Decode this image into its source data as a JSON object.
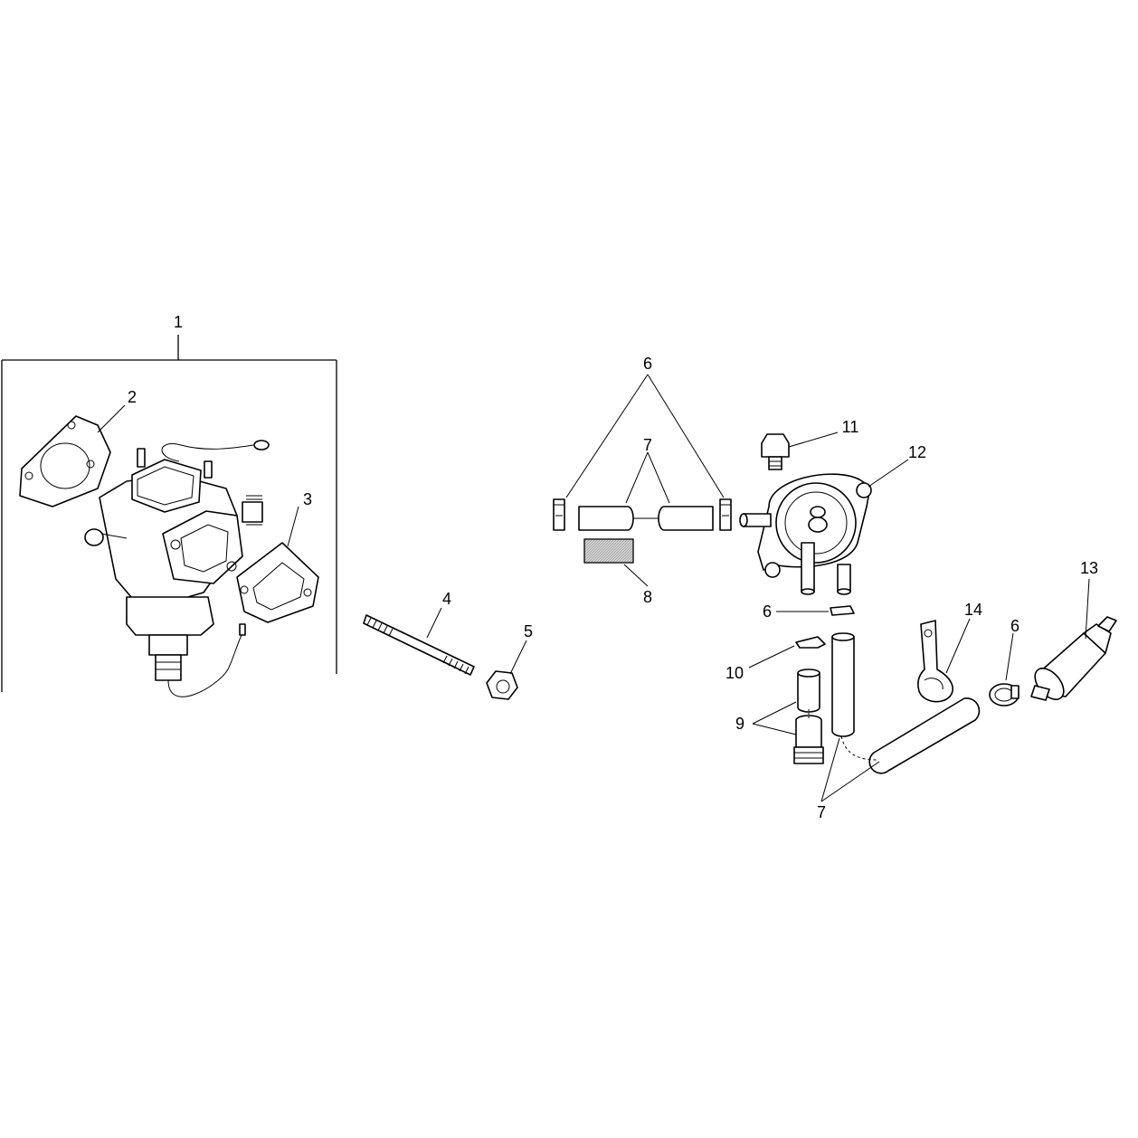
{
  "callouts": {
    "c1": "1",
    "c2": "2",
    "c3": "3",
    "c4": "4",
    "c5": "5",
    "c6_top": "6",
    "c7_top": "7",
    "c8": "8",
    "c11": "11",
    "c12": "12",
    "c6_mid": "6",
    "c13": "13",
    "c14": "14",
    "c6_right": "6",
    "c10": "10",
    "c9": "9",
    "c7_bottom": "7"
  },
  "colors": {
    "line": "#000000",
    "background": "#ffffff",
    "filter_element": "#cfcfcf"
  }
}
